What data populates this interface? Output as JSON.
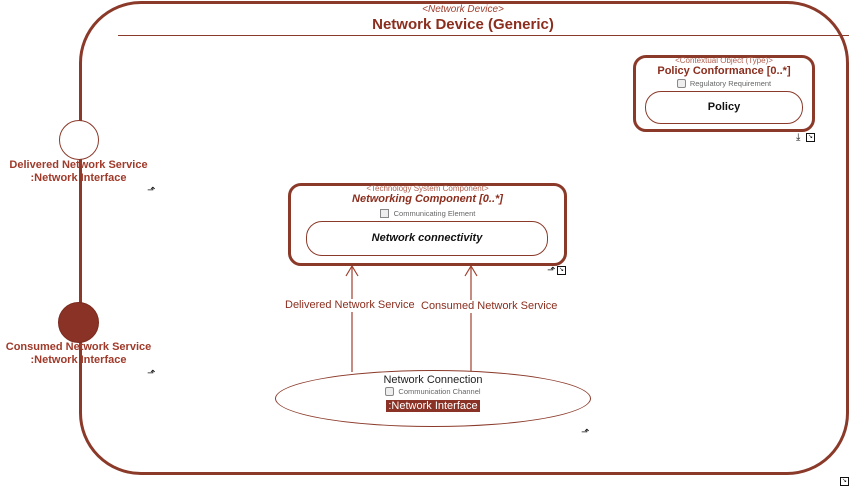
{
  "device": {
    "stereotype": "<Network Device>",
    "title": "Network Device (Generic)"
  },
  "ports": {
    "delivered": {
      "label_line1": "Delivered Network Service",
      "label_line2": ":Network Interface"
    },
    "consumed": {
      "label_line1": "Consumed Network Service",
      "label_line2": ":Network Interface"
    }
  },
  "policy": {
    "stereotype": "<Contextual Object (Type)>",
    "title": "Policy Conformance [0..*]",
    "type_label": "Regulatory Requirement",
    "value": "Policy"
  },
  "component": {
    "stereotype": "<Technology System Component>",
    "title": "Networking Component [0..*]",
    "type_label": "Communicating Element",
    "value": "Network connectivity"
  },
  "connection": {
    "title": "Network Connection",
    "type_label": "Communication Channel",
    "interface": ":Network Interface"
  },
  "links": {
    "delivered": "Delivered Network Service",
    "consumed": "Consumed Network Service"
  },
  "colors": {
    "frame": "#8b3a2a",
    "text": "#8b2e1e",
    "port_filled": "#8b3226"
  }
}
